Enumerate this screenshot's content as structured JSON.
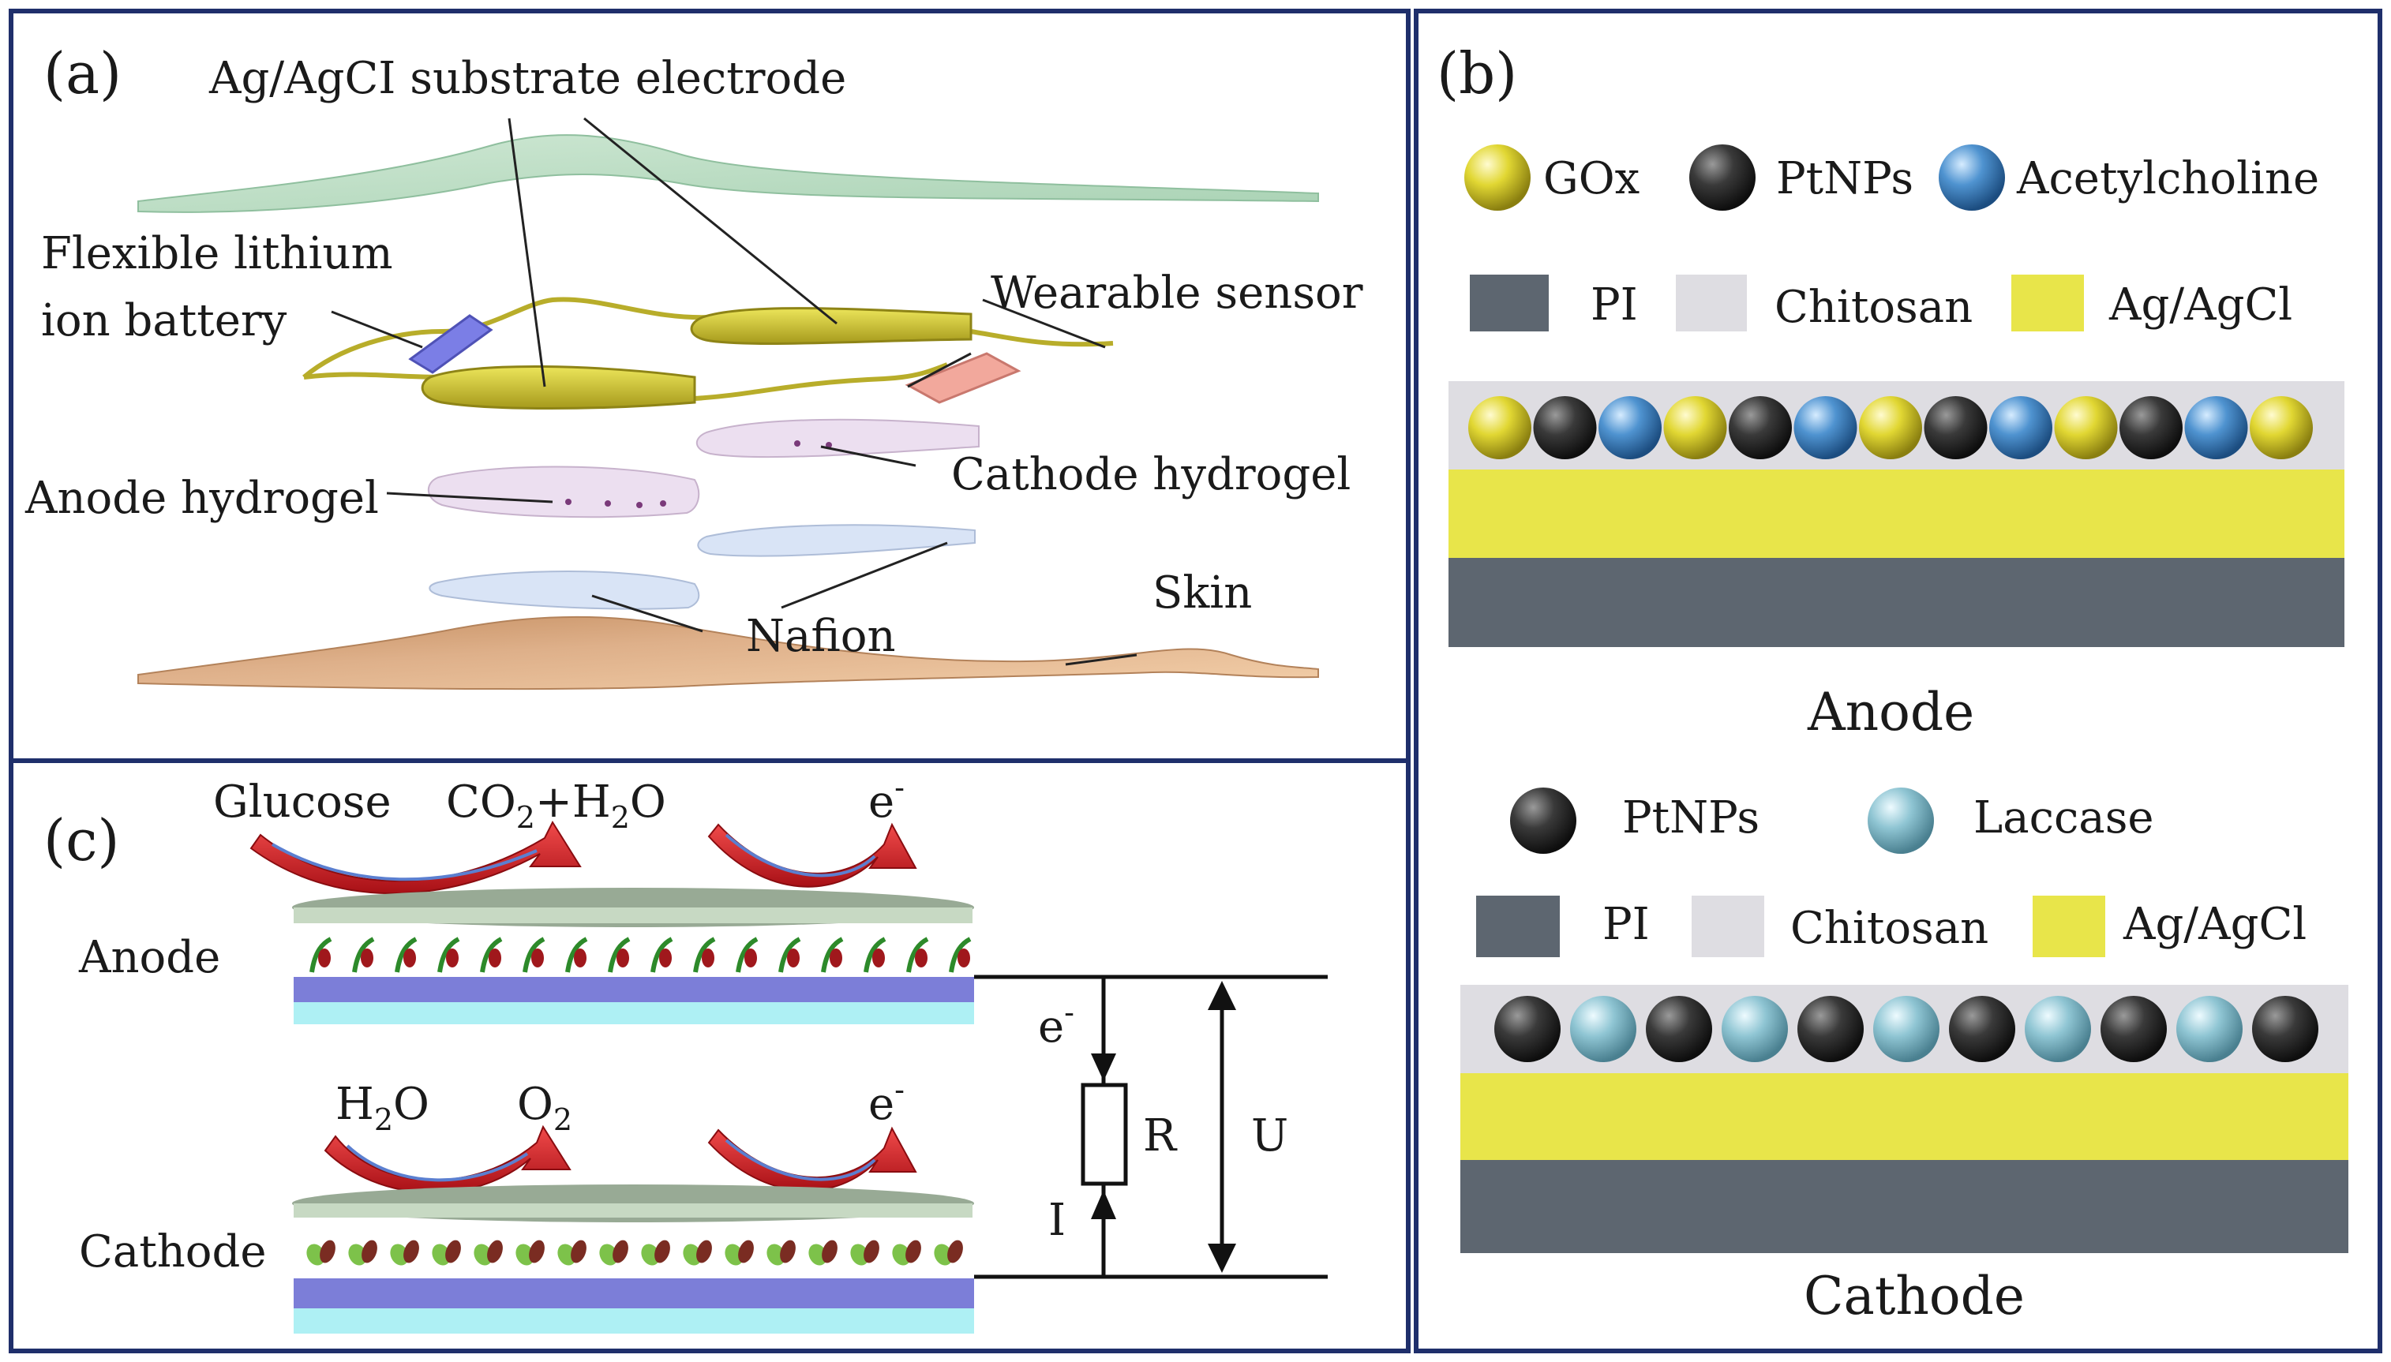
{
  "panels": {
    "a": {
      "letter": "(a)",
      "substrate": "Ag/AgCI substrate electrode",
      "battery_l1": "Flexible  lithium",
      "battery_l2": "ion battery",
      "sensor": "Wearable  sensor",
      "cathode_hydrogel": "Cathode hydrogel",
      "anode_hydrogel": "Anode hydrogel",
      "nafion": "Nafion",
      "skin": "Skin"
    },
    "b": {
      "letter": "(b)",
      "anode": {
        "legend_particles": [
          "GOx",
          "PtNPs",
          "Acetylcholine"
        ],
        "legend_layers": [
          "PI",
          "Chitosan",
          "Ag/AgCl"
        ],
        "title": "Anode"
      },
      "cathode": {
        "legend_particles": [
          "PtNPs",
          "Laccase"
        ],
        "legend_layers": [
          "PI",
          "Chitosan",
          "Ag/AgCl"
        ],
        "title": "Cathode"
      }
    },
    "c": {
      "letter": "(c)",
      "glucose": "Glucose",
      "co2": "CO",
      "co2_sub": "2",
      "co2_rest": "+H",
      "co2_sub2": "2",
      "co2_end": "O",
      "e": "e",
      "e_sup": "-",
      "anode": "Anode",
      "cathode": "Cathode",
      "h2o": "H",
      "h2o_sub": "2",
      "h2o_end": "O",
      "o2": "O",
      "o2_sub": "2",
      "R": "R",
      "U": "U",
      "I": "I"
    }
  },
  "colors": {
    "frame": "#1f2f6b",
    "substrate": "#b9dcc4",
    "gold": "#cfc23a",
    "battery": "#7b7ee6",
    "sensor": "#f2a89c",
    "hydrogel": "#ecdff0",
    "nafion": "#d9e4f6",
    "skin": "#e8b98e",
    "pi": "#5d6670",
    "chitosan": "#dedde2",
    "agagcl": "#e8e54a",
    "gox": "#e1d733",
    "ptnp": "#3a3a3a",
    "ach": "#4f93d0",
    "laccase": "#8fc5d3",
    "arrow": "#d9262c",
    "blue_layer": "#7c7ed8",
    "cyan_layer": "#aef0f4",
    "green_layer": "#98aa95"
  }
}
